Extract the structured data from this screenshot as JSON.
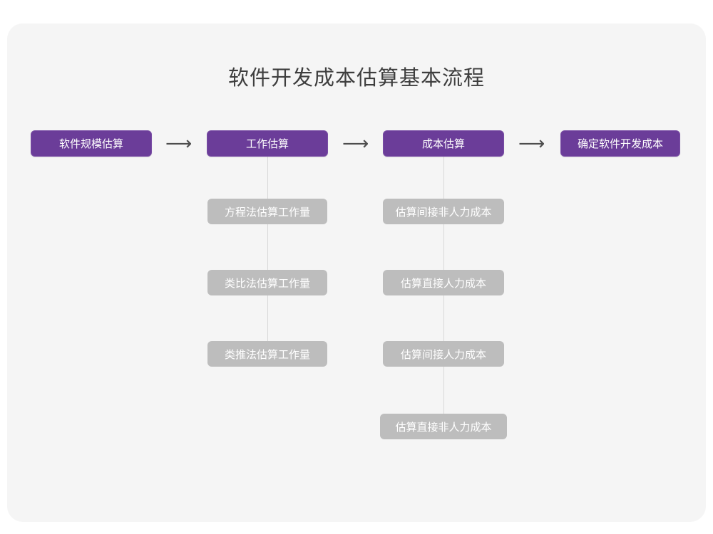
{
  "page": {
    "card_background": "#f5f5f5",
    "outer_background": "#ffffff"
  },
  "diagram": {
    "title": "软件开发成本估算基本流程",
    "colors": {
      "primary_node": "#6b3d99",
      "primary_node_text": "#ffffff",
      "sub_node": "#bdbdbd",
      "sub_node_text": "#ffffff",
      "connector": "#d8d8d8",
      "arrow": "#4d4d4d",
      "title_text": "#3e3e3e"
    },
    "main_flow": [
      {
        "label": "软件规模估算"
      },
      {
        "label": "工作估算"
      },
      {
        "label": "成本估算"
      },
      {
        "label": "确定软件开发成本"
      }
    ],
    "arrows": [
      {
        "glyph": "⟶"
      },
      {
        "glyph": "⟶"
      },
      {
        "glyph": "⟶"
      }
    ],
    "work_estimation_children": [
      {
        "label": "方程法估算工作量"
      },
      {
        "label": "类比法估算工作量"
      },
      {
        "label": "类推法估算工作量"
      }
    ],
    "cost_estimation_children": [
      {
        "label": "估算间接非人力成本"
      },
      {
        "label": "估算直接人力成本"
      },
      {
        "label": "估算间接人力成本"
      },
      {
        "label": "估算直接非人力成本"
      }
    ]
  }
}
